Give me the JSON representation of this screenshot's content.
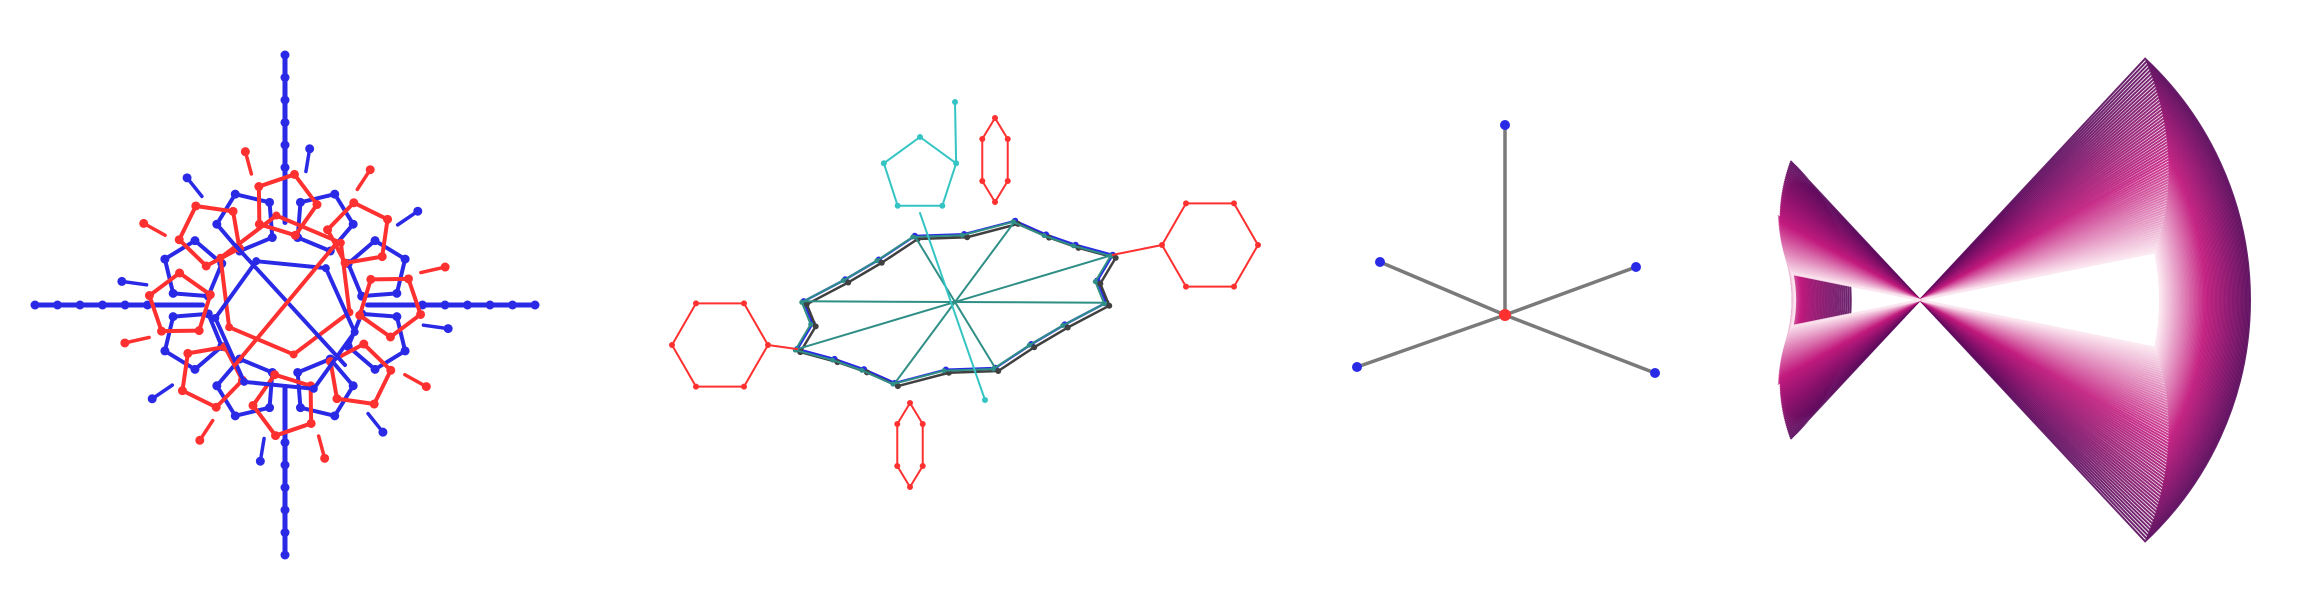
{
  "figure": {
    "panels": [
      {
        "id": "panel-molecule-overlay",
        "kind": "molecular graph overlay"
      },
      {
        "id": "panel-porphyrin-alignment",
        "kind": "aligned molecular structures"
      },
      {
        "id": "panel-five-atom-star",
        "kind": "star graph"
      },
      {
        "id": "panel-bowtie-fan",
        "kind": "nested bow-tie fan"
      }
    ],
    "colors": {
      "red": "#ff3030",
      "blue": "#2a2ae6",
      "teal": "#2f8f86",
      "cyan": "#35c4c4",
      "gray": "#7a7a7a",
      "fan_dark": "#5a0a5c",
      "fan_mid": "#c21a7d",
      "fan_light": "#fbe6ef"
    }
  }
}
